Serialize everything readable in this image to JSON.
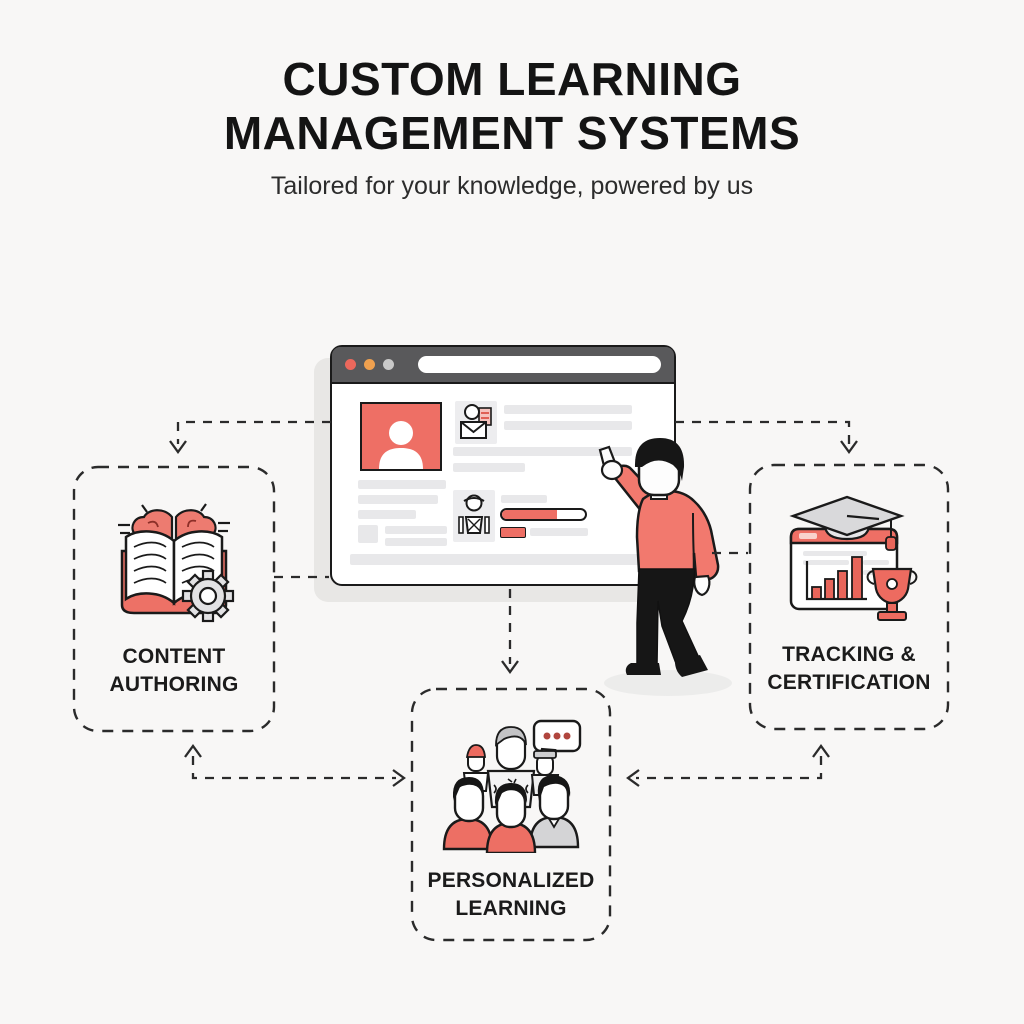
{
  "header": {
    "title": "CUSTOM LEARNING MANAGEMENT SYSTEMS",
    "subtitle": "Tailored for your knowledge, powered by us"
  },
  "diagram": {
    "center": {
      "name": "lms-browser-mockup",
      "window_control_colors": [
        "#ec685c",
        "#f0a14f",
        "#c9c9c9"
      ],
      "visible_elements": [
        "user-avatar-card",
        "mail-notification-tile",
        "student-progress-tile",
        "progress-bar-partially-filled",
        "placeholder-text-lines",
        "person-pointing-at-screen"
      ]
    },
    "nodes": [
      {
        "id": "content-authoring",
        "label": "CONTENT AUTHORING",
        "icon": "book-brain-gear-icon"
      },
      {
        "id": "tracking-certification",
        "label": "TRACKING & CERTIFICATION",
        "icon": "chart-gradcap-trophy-icon"
      },
      {
        "id": "personalized-learning",
        "label": "PERSONALIZED LEARNING",
        "icon": "learner-group-icon"
      }
    ],
    "connections": [
      {
        "from": "lms-browser-mockup",
        "to": "content-authoring",
        "style": "dashed-arrow"
      },
      {
        "from": "lms-browser-mockup",
        "to": "tracking-certification",
        "style": "dashed-arrow"
      },
      {
        "from": "lms-browser-mockup",
        "to": "personalized-learning",
        "style": "dashed-arrow"
      },
      {
        "from": "content-authoring",
        "to": "lms-browser-mockup",
        "style": "dashed-line"
      },
      {
        "from": "tracking-certification",
        "to": "lms-browser-mockup",
        "style": "dashed-line"
      },
      {
        "from": "content-authoring",
        "to": "personalized-learning",
        "style": "dashed-arrow-both"
      },
      {
        "from": "tracking-certification",
        "to": "personalized-learning",
        "style": "dashed-arrow-both"
      }
    ]
  },
  "colors": {
    "background": "#f8f7f6",
    "accent_red": "#ee6f65",
    "accent_red_light": "#f2a09a",
    "ink": "#1a1a1a",
    "dash_gray": "#2b2b2b",
    "ui_gray": "#e8e8ea",
    "browser_bar_gray": "#59595b",
    "icon_gray": "#d9d9db"
  }
}
